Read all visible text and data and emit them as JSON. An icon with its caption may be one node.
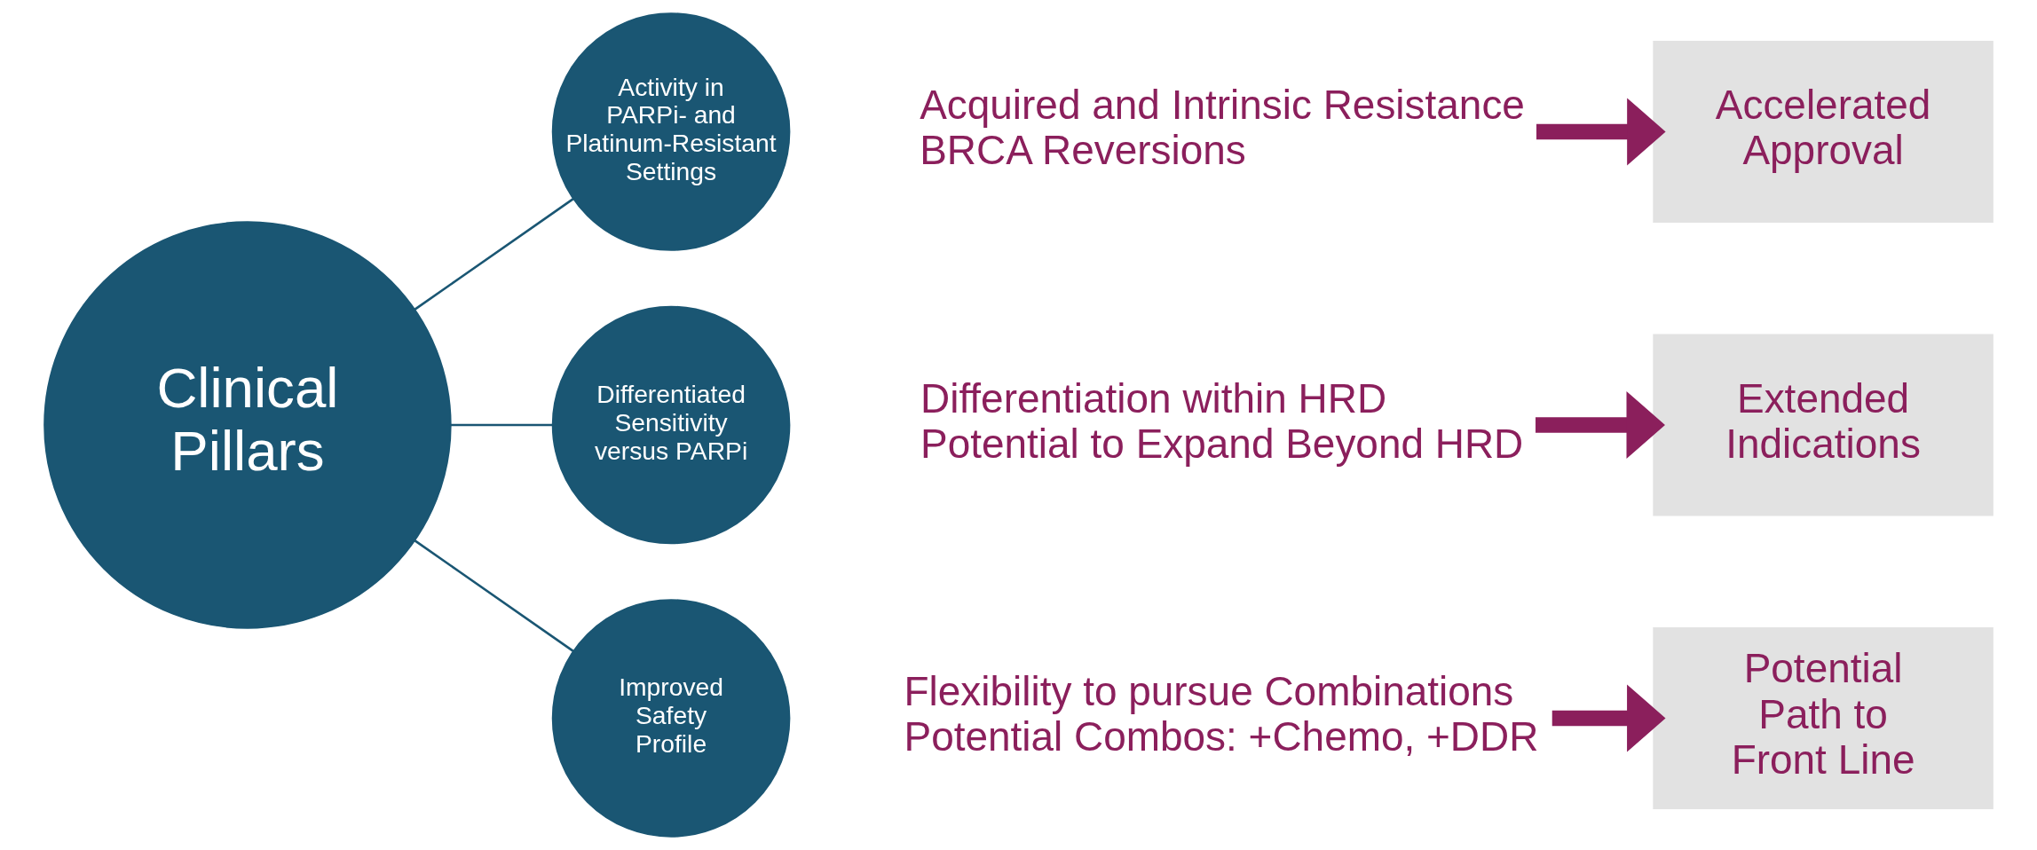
{
  "diagram": {
    "nodes": [
      {
        "text": [
          "Clinical Pillars"
        ]
      },
      {
        "text": [
          "Activity in PARPi- and Platinum-Resistant Settings"
        ]
      },
      {
        "text": [
          "Differentiated Sensitivity versus PARPi"
        ]
      },
      {
        "text": [
          "Improved Safety Profile"
        ]
      },
      {
        "text": [
          "Acquired and Intrinsic Resistance",
          "BRCA Reversions"
        ]
      },
      {
        "text": [
          "Accelerated Approval"
        ]
      },
      {
        "text": [
          "Differentiation within HRD",
          "Potential to Expand Beyond HRD"
        ]
      },
      {
        "text": [
          "Extended Indications"
        ]
      },
      {
        "text": [
          "Flexibility to pursue Combinations",
          "Potential Combos: +Chemo, +DDR"
        ]
      },
      {
        "text": [
          "Potential Path to Front Line"
        ]
      }
    ],
    "edges": [
      {
        "from": 0,
        "to": 1,
        "arrow": "none"
      },
      {
        "from": 0,
        "to": 2,
        "arrow": "none"
      },
      {
        "from": 0,
        "to": 3,
        "arrow": "none"
      },
      {
        "from": 4,
        "to": 5,
        "arrow": "to",
        "style": "thick",
        "color": "#8b1f5c"
      },
      {
        "from": 6,
        "to": 7,
        "arrow": "to",
        "style": "thick",
        "color": "#8b1f5c"
      },
      {
        "from": 8,
        "to": 9,
        "arrow": "to",
        "style": "thick",
        "color": "#8b1f5c"
      }
    ]
  }
}
